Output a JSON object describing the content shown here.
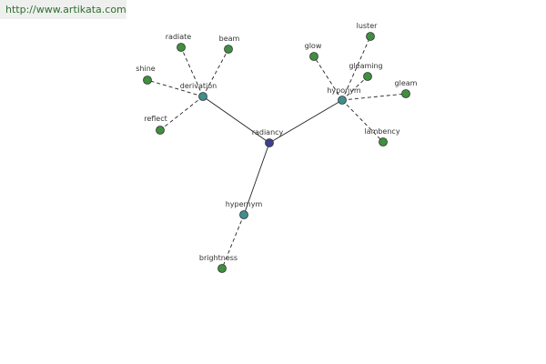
{
  "site": {
    "url": "http://www.artikata.com"
  },
  "colors": {
    "center_node": "#3f3f8f",
    "relation_node": "#3f8f8f",
    "word_node": "#3f8f3f",
    "node_stroke": "#333333",
    "edge": "#222222"
  },
  "graph": {
    "center": {
      "id": "radiancy",
      "label": "radiancy",
      "kind": "center"
    },
    "relations": [
      {
        "id": "derivation",
        "label": "derivation",
        "kind": "relation"
      },
      {
        "id": "hyponym",
        "label": "hyponym",
        "kind": "relation"
      },
      {
        "id": "hypernym",
        "label": "hypernym",
        "kind": "relation"
      }
    ],
    "words": [
      {
        "id": "radiate",
        "label": "radiate",
        "relation": "derivation"
      },
      {
        "id": "beam",
        "label": "beam",
        "relation": "derivation"
      },
      {
        "id": "shine",
        "label": "shine",
        "relation": "derivation"
      },
      {
        "id": "reflect",
        "label": "reflect",
        "relation": "derivation"
      },
      {
        "id": "glow",
        "label": "glow",
        "relation": "hyponym"
      },
      {
        "id": "luster",
        "label": "luster",
        "relation": "hyponym"
      },
      {
        "id": "gleaming",
        "label": "gleaming",
        "relation": "hyponym"
      },
      {
        "id": "gleam",
        "label": "gleam",
        "relation": "hyponym"
      },
      {
        "id": "lambency",
        "label": "lambency",
        "relation": "hyponym"
      },
      {
        "id": "brightness",
        "label": "brightness",
        "relation": "hypernym"
      }
    ]
  }
}
